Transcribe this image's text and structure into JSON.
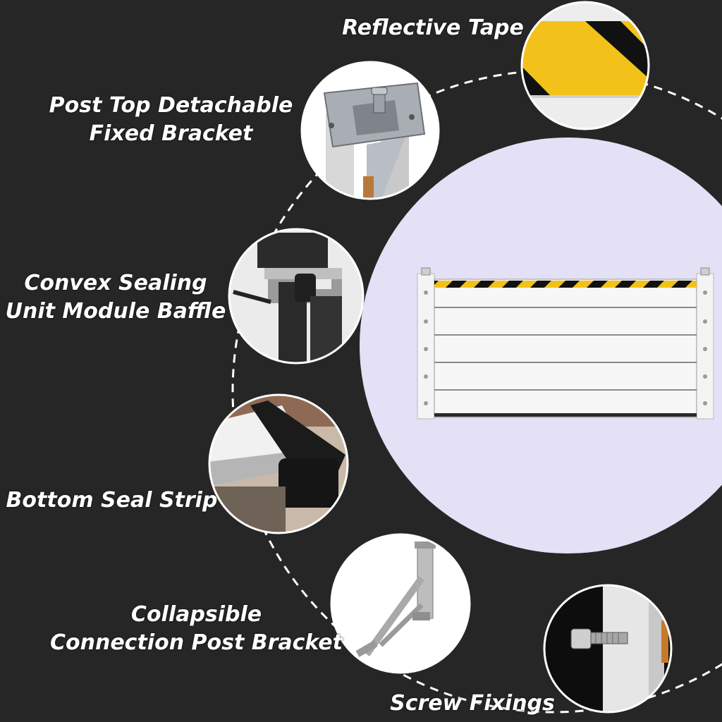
{
  "colors": {
    "background": "#262626",
    "label_text": "#ffffff",
    "panel_circle": "#e4e0f6",
    "reflective_yellow": "#f3c21a",
    "reflective_black": "#111111",
    "dashed_ring": "#ffffff"
  },
  "callouts": [
    {
      "id": "reflective-tape",
      "lines": [
        "Reflective Tape"
      ],
      "icon": "reflective-tape-closeup"
    },
    {
      "id": "post-top-bracket",
      "lines": [
        "Post Top Detachable",
        "Fixed Bracket"
      ],
      "icon": "post-top-bracket-closeup"
    },
    {
      "id": "convex-sealing",
      "lines": [
        "Convex Sealing",
        "Unit Module Baffle"
      ],
      "icon": "convex-seal-closeup"
    },
    {
      "id": "bottom-seal-strip",
      "lines": [
        "Bottom Seal Strip"
      ],
      "icon": "bottom-seal-closeup"
    },
    {
      "id": "collapsible-bracket",
      "lines": [
        "Collapsible",
        "Connection Post Bracket"
      ],
      "icon": "collapsible-bracket-closeup"
    },
    {
      "id": "screw-fixings",
      "lines": [
        "Screw Fixings"
      ],
      "icon": "screw-closeup"
    }
  ],
  "product": {
    "icon": "flood-barrier-panel",
    "panel_count": 5
  }
}
